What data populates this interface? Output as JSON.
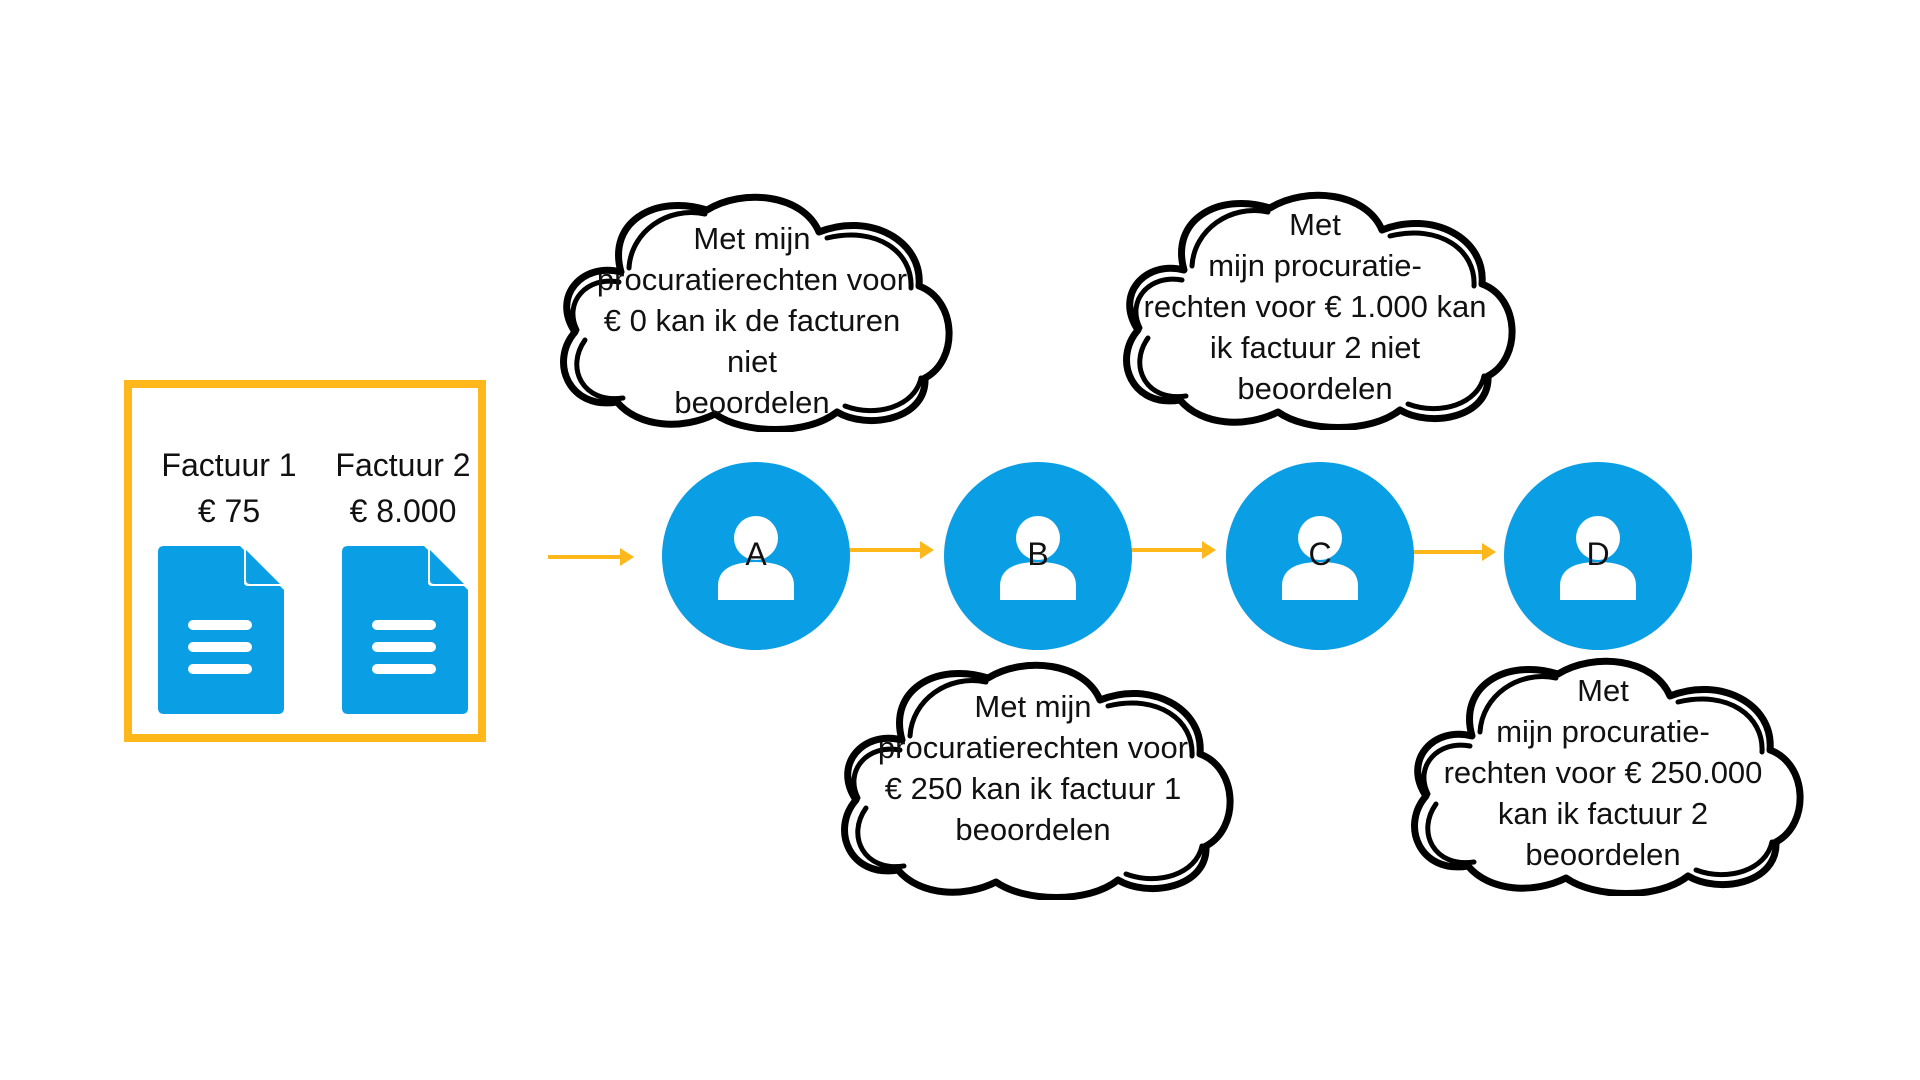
{
  "invoices": [
    {
      "title": "Factuur 1",
      "amount": "€ 75"
    },
    {
      "title": "Factuur 2",
      "amount": "€ 8.000"
    }
  ],
  "people": [
    {
      "label": "A"
    },
    {
      "label": "B"
    },
    {
      "label": "C"
    },
    {
      "label": "D"
    }
  ],
  "bubbles": [
    {
      "person": "A",
      "text": "Met mijn\nprocuratierechten voor\n€ 0 kan ik de facturen niet\nbeoordelen"
    },
    {
      "person": "B",
      "text": "Met mijn\nprocuratierechten voor\n€ 250 kan ik factuur 1\nbeoordelen"
    },
    {
      "person": "C",
      "text": "Met\nmijn procuratie-\nrechten voor € 1.000 kan\nik factuur 2 niet\nbeoordelen"
    },
    {
      "person": "D",
      "text": "Met\nmijn procuratie-\nrechten voor € 250.000\nkan ik factuur 2\nbeoordelen"
    }
  ],
  "colors": {
    "accent_orange": "#ffb81c",
    "brand_blue": "#0a9ee4",
    "outline": "#000000"
  },
  "icons": {
    "invoice": "document-icon",
    "person": "user-icon",
    "flow": "arrow-right-icon"
  }
}
